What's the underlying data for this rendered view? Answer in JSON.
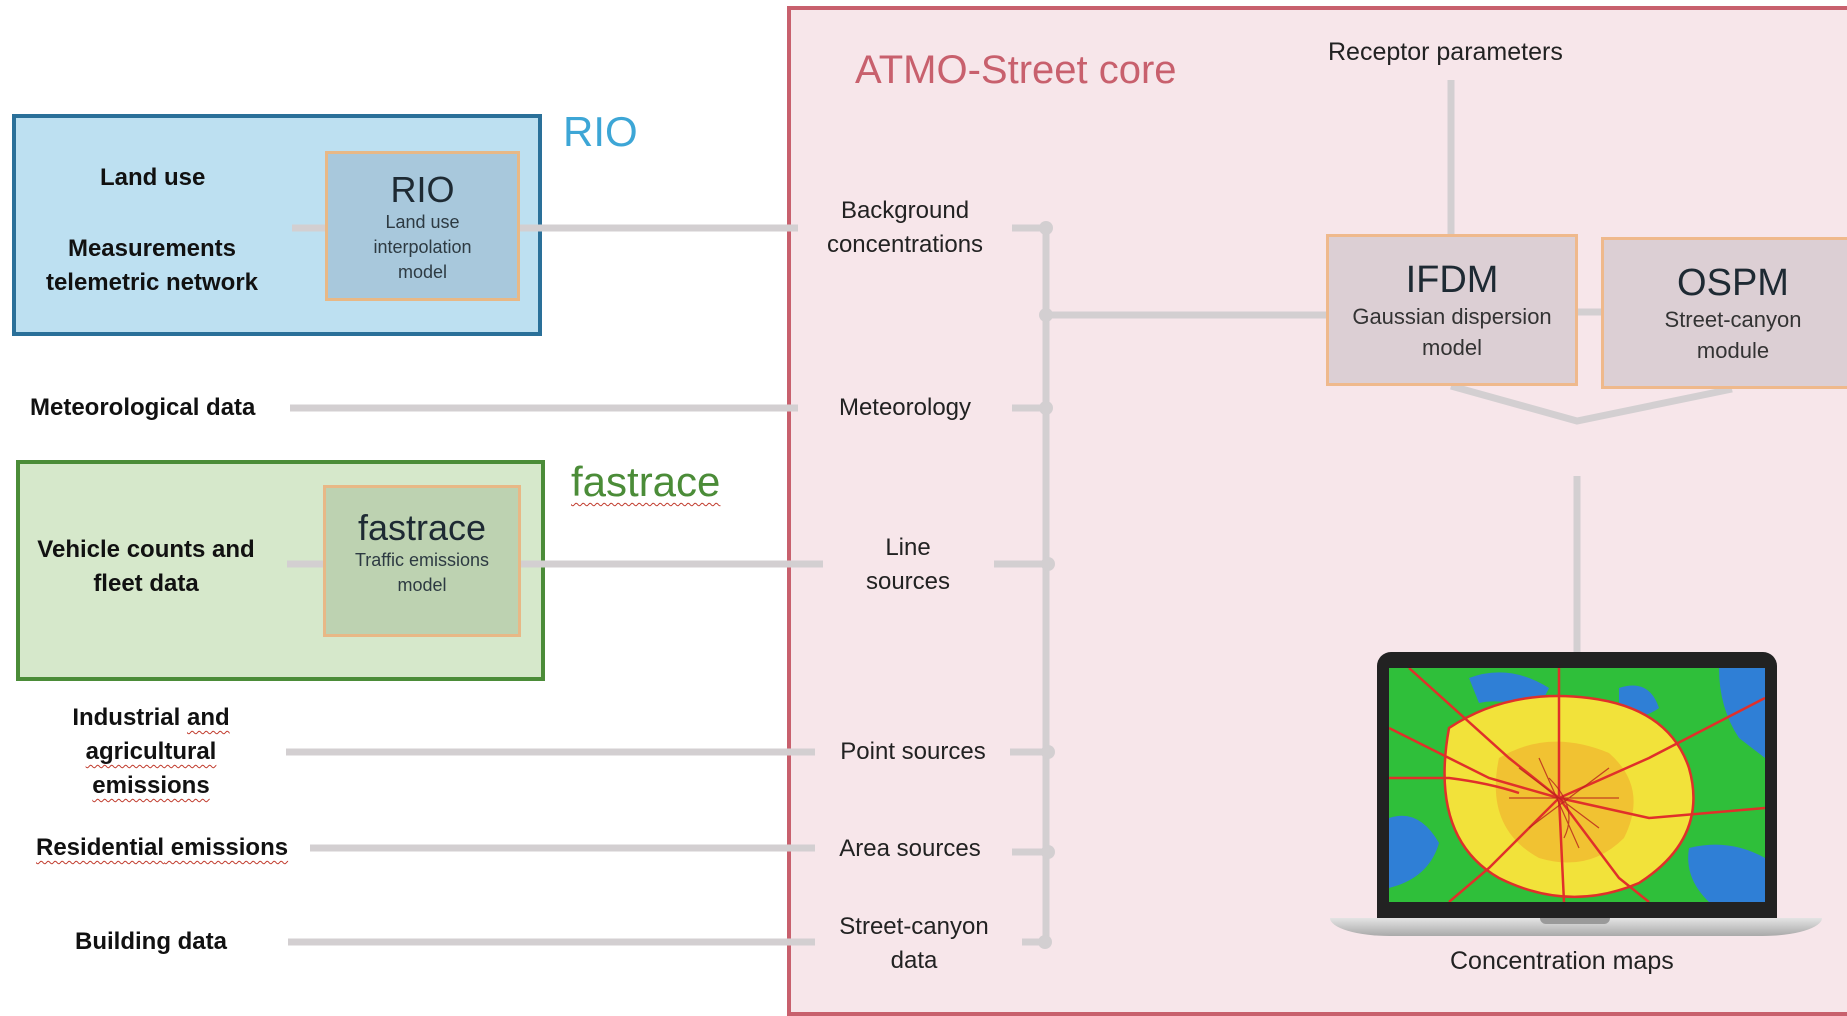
{
  "core": {
    "title": "ATMO-Street core",
    "receptor_label": "Receptor parameters",
    "inputs": [
      {
        "id": "background",
        "line1": "Background",
        "line2": "concentrations"
      },
      {
        "id": "meteorology",
        "line1": "Meteorology",
        "line2": ""
      },
      {
        "id": "line-sources",
        "line1": "Line",
        "line2": "sources"
      },
      {
        "id": "point-sources",
        "line1": "Point sources",
        "line2": ""
      },
      {
        "id": "area-sources",
        "line1": "Area sources",
        "line2": ""
      },
      {
        "id": "street-canyon",
        "line1": "Street-canyon",
        "line2": "data"
      }
    ],
    "output_label": "Concentration maps"
  },
  "rio": {
    "title": "RIO",
    "land_use": "Land use",
    "measurements_line1": "Measurements",
    "measurements_line2": "telemetric network",
    "box_title": "RIO",
    "box_line1": "Land use",
    "box_line2": "interpolation",
    "box_line3": "model"
  },
  "fastrace": {
    "title": "fastrace",
    "vehicle_line1": "Vehicle counts and",
    "vehicle_line2": "fleet data",
    "box_title": "fastrace",
    "box_line1": "Traffic emissions",
    "box_line2": "model"
  },
  "left_inputs": {
    "meteorological": "Meteorological data",
    "industrial_line1_a": "Industrial ",
    "industrial_line1_b": "and",
    "industrial_line2": "agricultural",
    "industrial_line3": "emissions",
    "residential_a": "Residential",
    "residential_b": " emissions",
    "building": "Building data"
  },
  "models": {
    "ifdm": {
      "title": "IFDM",
      "line1": "Gaussian dispersion",
      "line2": "model"
    },
    "ospm": {
      "title": "OSPM",
      "line1": "Street-canyon",
      "line2": "module"
    }
  },
  "colors": {
    "core_border": "#c8606d",
    "rio_accent": "#3da6d6",
    "fastrace_accent": "#4b8c38",
    "connector": "#d3cfd1",
    "model_border": "#efb98c"
  }
}
